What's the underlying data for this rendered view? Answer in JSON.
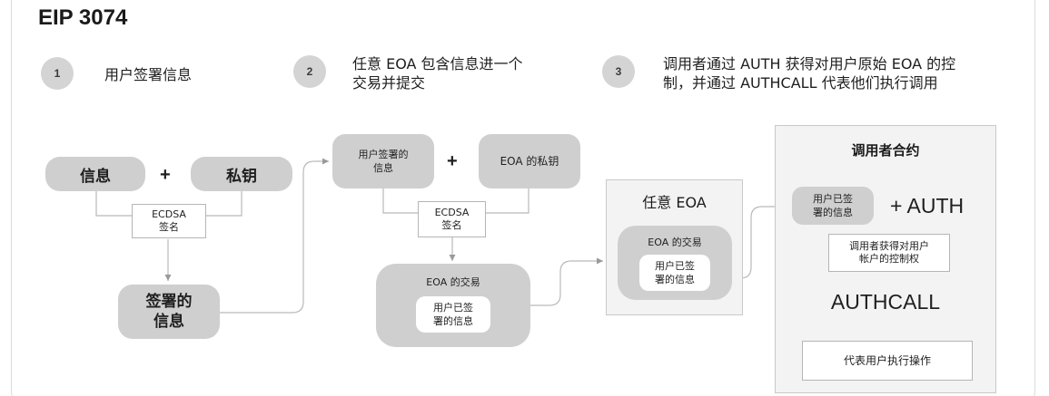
{
  "title": "EIP 3074",
  "steps": [
    {
      "num": "1",
      "text": "用户签署信息"
    },
    {
      "num": "2",
      "text_line1": "任意 EOA 包含信息进一个",
      "text_line2": "交易并提交"
    },
    {
      "num": "3",
      "text_line1": "调用者通过 AUTH 获得对用户原始 EOA 的控",
      "text_line2": "制，并通过 AUTHCALL 代表他们执行调用"
    }
  ],
  "sign": {
    "message": "信息",
    "plus": "+",
    "private_key": "私钥",
    "ecdsa_line1": "ECDSA",
    "ecdsa_line2": "签名",
    "signed_line1": "签署的",
    "signed_line2": "信息"
  },
  "submit": {
    "user_signed_line1": "用户签署的",
    "user_signed_line2": "信息",
    "plus": "+",
    "eoa_key": "EOA 的私钥",
    "ecdsa_line1": "ECDSA",
    "ecdsa_line2": "签名",
    "tx_label": "EOA 的交易",
    "inner_line1": "用户已签",
    "inner_line2": "署的信息"
  },
  "any_eoa": {
    "title": "任意 EOA",
    "tx_label": "EOA 的交易",
    "inner_line1": "用户已签",
    "inner_line2": "署的信息"
  },
  "invoker": {
    "title": "调用者合约",
    "signed_line1": "用户已签",
    "signed_line2": "署的信息",
    "auth": "+ AUTH",
    "control_line1": "调用者获得对用户",
    "control_line2": "帐户的控制权",
    "authcall": "AUTHCALL",
    "execute": "代表用户执行操作"
  },
  "colors": {
    "pill": "#cfcfcf",
    "step_circle": "#d4d4d4",
    "panel": "#f3f3f3",
    "line": "#b9b9b9"
  }
}
